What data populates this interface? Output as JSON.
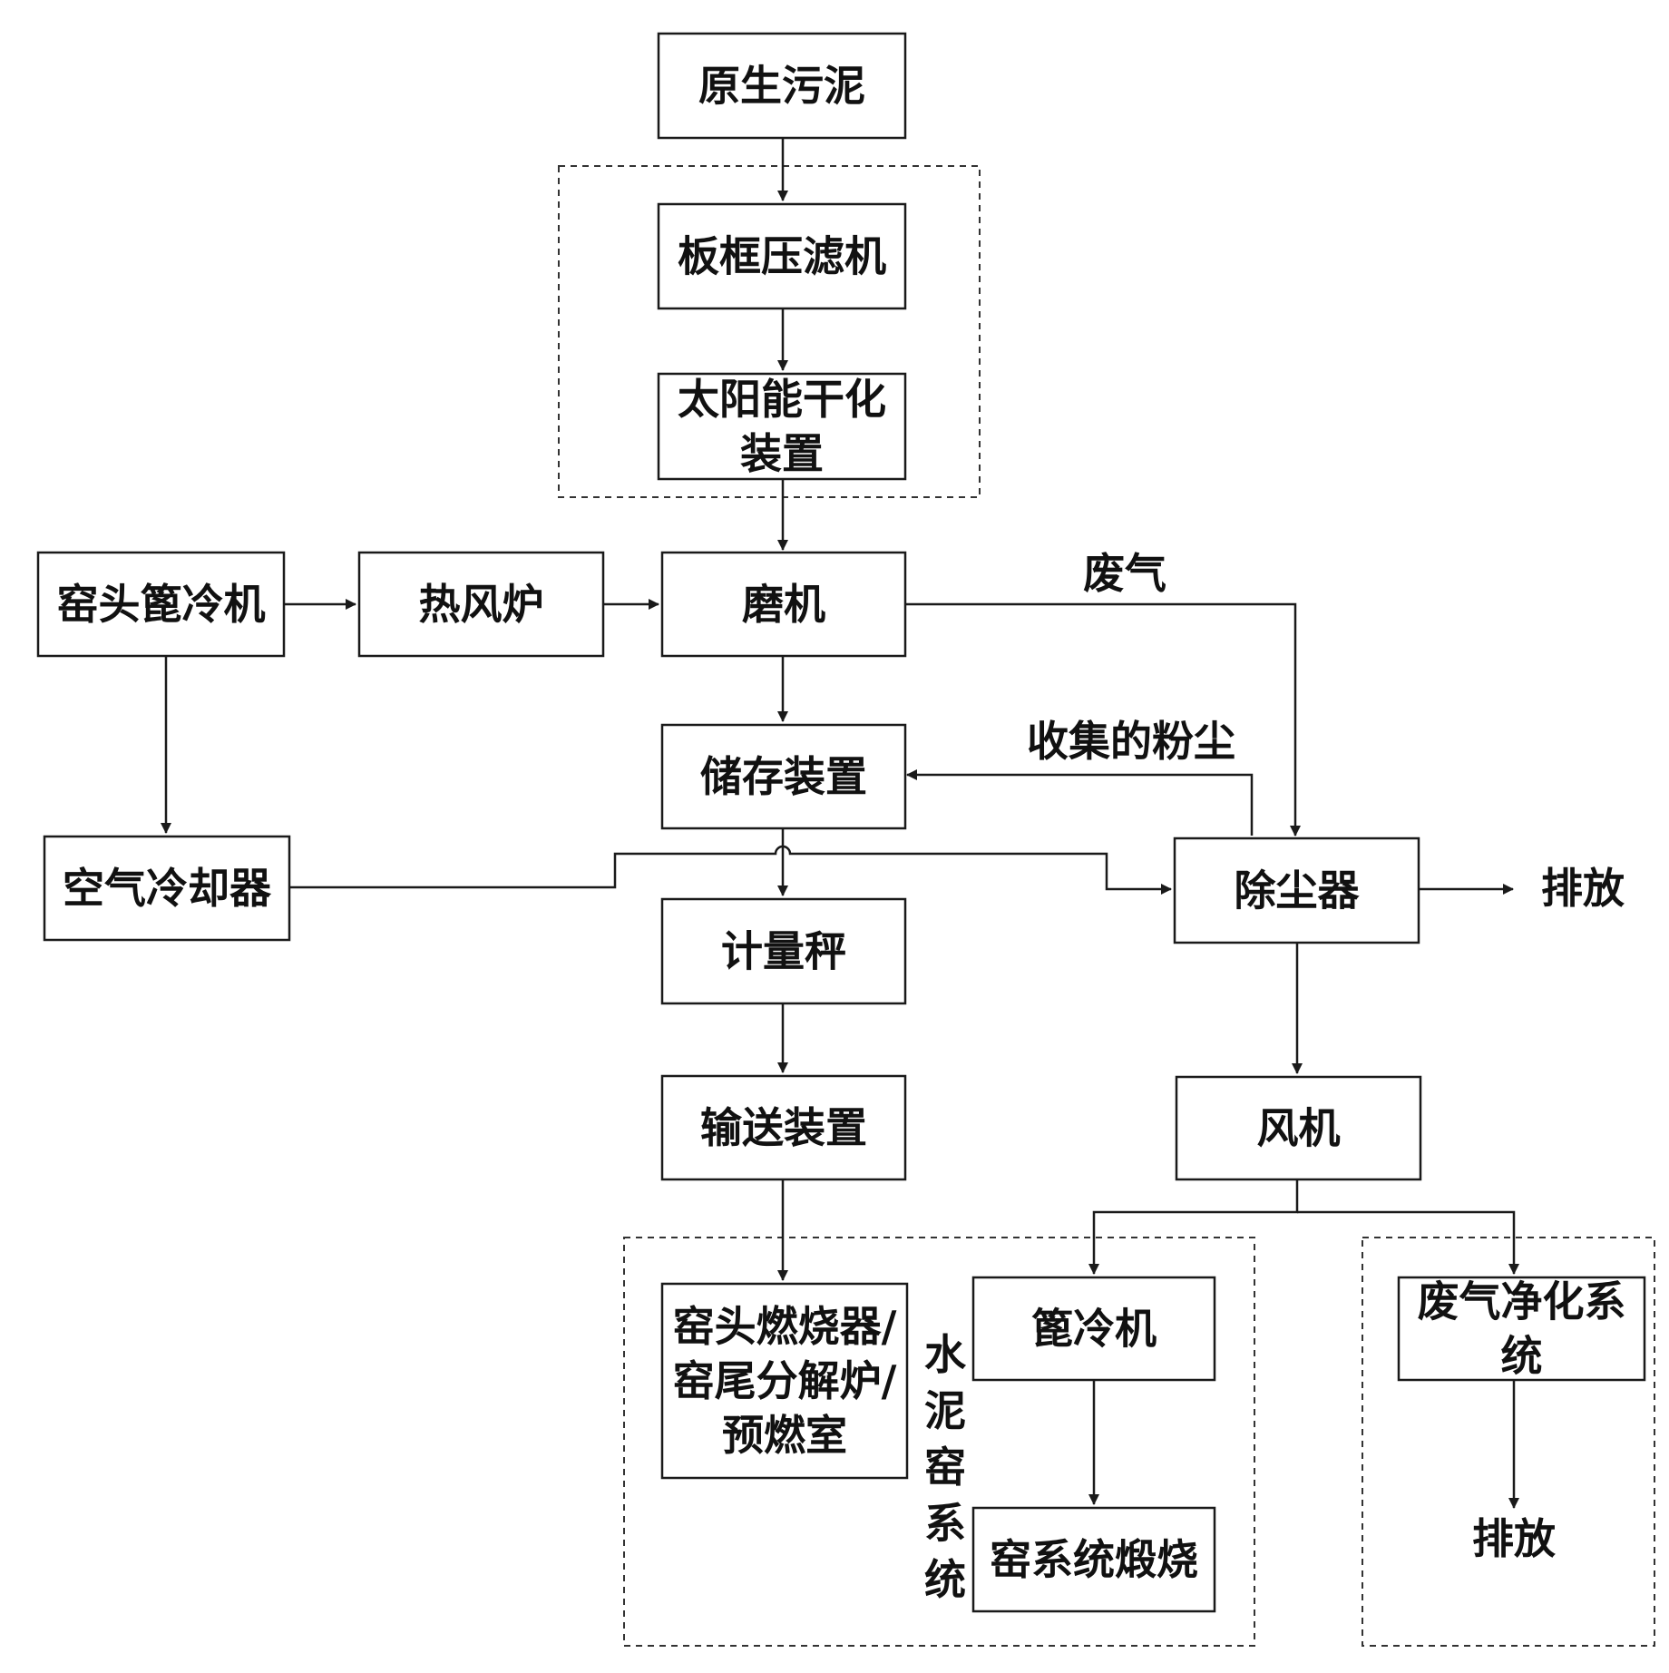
{
  "nodes": {
    "raw_sludge": [
      "原生污泥"
    ],
    "filter_press": [
      "板框压滤机"
    ],
    "solar_dryer": [
      "太阳能干化",
      "装置"
    ],
    "kiln_head_cooler": [
      "窑头篦冷机"
    ],
    "hot_air_furnace": [
      "热风炉"
    ],
    "mill": [
      "磨机"
    ],
    "storage": [
      "储存装置"
    ],
    "air_cooler": [
      "空气冷却器"
    ],
    "scale": [
      "计量秤"
    ],
    "conveyor": [
      "输送装置"
    ],
    "dust_collector": [
      "除尘器"
    ],
    "fan": [
      "风机"
    ],
    "burner": [
      "窑头燃烧器/",
      "窑尾分解炉/",
      "预燃室"
    ],
    "grate_cooler": [
      "篦冷机"
    ],
    "kiln_calcination": [
      "窑系统煅烧"
    ],
    "gas_purification": [
      "废气净化系",
      "统"
    ]
  },
  "labels": {
    "waste_gas": "废气",
    "collected_dust": "收集的粉尘",
    "discharge_right": "排放",
    "discharge_bottom": "排放",
    "cement_kiln_system": [
      "水",
      "泥",
      "窑",
      "系",
      "统"
    ]
  },
  "groups": {
    "dewatering": "",
    "kiln_system": "",
    "purification": ""
  }
}
